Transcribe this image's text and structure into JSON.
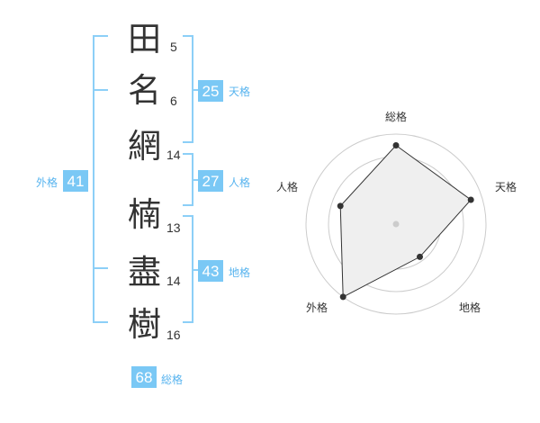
{
  "name_characters": [
    {
      "char": "田",
      "strokes": "5"
    },
    {
      "char": "名",
      "strokes": "6"
    },
    {
      "char": "網",
      "strokes": "14"
    },
    {
      "char": "楠",
      "strokes": "13"
    },
    {
      "char": "盡",
      "strokes": "14"
    },
    {
      "char": "樹",
      "strokes": "16"
    }
  ],
  "fortunes": {
    "tenkaku": {
      "value": "25",
      "label": "天格"
    },
    "jinkaku": {
      "value": "27",
      "label": "人格"
    },
    "chikaku": {
      "value": "43",
      "label": "地格"
    },
    "gaikaku": {
      "value": "41",
      "label": "外格"
    },
    "soukaku": {
      "value": "68",
      "label": "総格"
    }
  },
  "colors": {
    "accent": "#58b4ef",
    "badge_fill": "#7ac8f5",
    "bracket": "#8ccff7",
    "text": "#333333",
    "radar_fill": "#efefef",
    "radar_ring": "#cccccc"
  },
  "chart_data": {
    "type": "radar",
    "axes": [
      "総格",
      "天格",
      "地格",
      "外格",
      "人格"
    ],
    "max": 4,
    "rings": 4,
    "values": [
      3.5,
      3.5,
      1.8,
      4.0,
      2.6
    ]
  }
}
